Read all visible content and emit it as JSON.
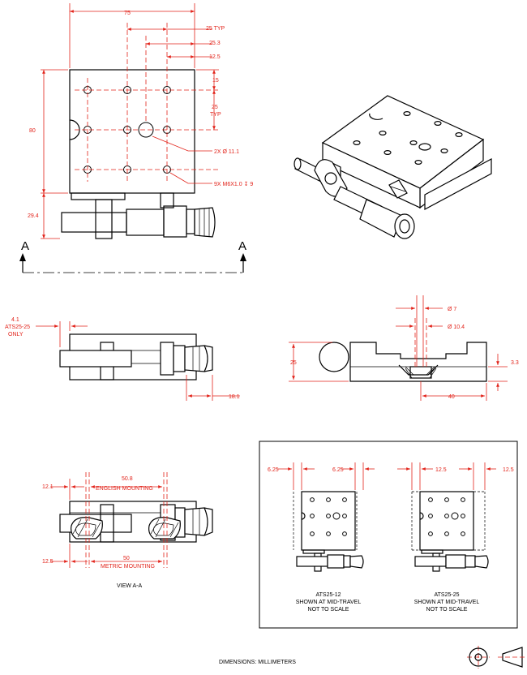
{
  "top_view": {
    "dims": {
      "width": "75",
      "pitch_typ": "25 TYP",
      "offset_a": "25.3",
      "offset_b": "12.5",
      "edge_top": "15",
      "pitch_v": "25",
      "pitch_v_typ": "TYP",
      "height": "80",
      "knob_ext": "29.4"
    },
    "callouts": {
      "bore": "2X  Ø 11.1",
      "threads": "9X M6X1.0  ↧ 9"
    },
    "section_letter_left": "A",
    "section_letter_right": "A"
  },
  "side_view": {
    "note_value": "4.1",
    "note_line1": "ATS25-25",
    "note_line2": "ONLY",
    "knob_dim": "18.1"
  },
  "end_view": {
    "dia_small": "Ø 7",
    "dia_large": "Ø 10.4",
    "height": "25",
    "step": "3.3",
    "width": "40"
  },
  "section_view": {
    "english_value": "50.8",
    "english_label": "ENGLISH MOUNTING",
    "english_offset": "12.1",
    "metric_value": "50",
    "metric_label": "METRIC MOUNTING",
    "metric_offset": "12.5",
    "caption": "VIEW A-A"
  },
  "variants": [
    {
      "left_dim": "6.25",
      "right_dim": "6.25",
      "model": "ATS25-12",
      "line2": "SHOWN AT MID-TRAVEL",
      "line3": "NOT TO SCALE"
    },
    {
      "left_dim": "12.5",
      "right_dim": "12.5",
      "model": "ATS25-25",
      "line2": "SHOWN AT MID-TRAVEL",
      "line3": "NOT TO SCALE"
    }
  ],
  "footer": {
    "units": "DIMENSIONS:  MILLIMETERS"
  },
  "colors": {
    "dimension": "#e2231a",
    "outline": "#000000"
  },
  "icons": [
    "third-angle-projection-icon"
  ]
}
